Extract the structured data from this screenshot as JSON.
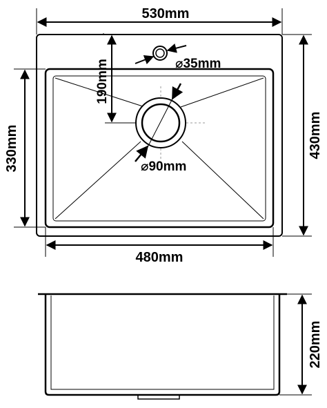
{
  "diagram": {
    "top_view": {
      "overall_width": "530mm",
      "overall_depth": "430mm",
      "bowl_width": "480mm",
      "bowl_depth": "330mm",
      "drain_offset": "190mm",
      "faucet_hole": "⌀35mm",
      "drain_hole": "⌀90mm"
    },
    "side_view": {
      "bowl_height": "220mm"
    }
  },
  "colors": {
    "line": "#000000",
    "hatch": "#b0b0b0",
    "background": "#ffffff"
  }
}
